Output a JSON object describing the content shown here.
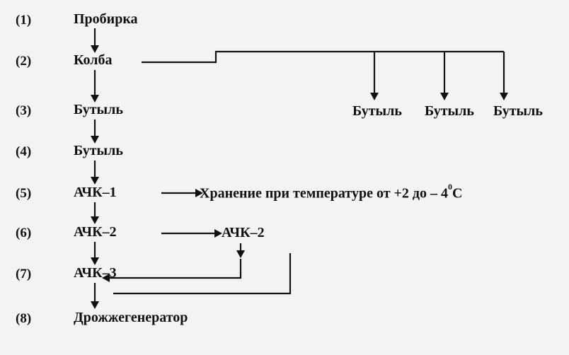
{
  "steps": [
    {
      "num": "(1)",
      "label": "Пробирка"
    },
    {
      "num": "(2)",
      "label": "Колба"
    },
    {
      "num": "(3)",
      "label": "Бутыль"
    },
    {
      "num": "(4)",
      "label": "Бутыль"
    },
    {
      "num": "(5)",
      "label": "АЧК–1"
    },
    {
      "num": "(6)",
      "label": "АЧК–2"
    },
    {
      "num": "(7)",
      "label": "АЧК–3"
    },
    {
      "num": "(8)",
      "label": "Дрожжегенератор"
    }
  ],
  "side_bottles": [
    "Бутыль",
    "Бутыль",
    "Бутыль"
  ],
  "storage_label": "Хранение при температуре от +2 до – 4",
  "storage_degree": "0",
  "storage_unit": "С",
  "side_achk": "АЧК–2"
}
